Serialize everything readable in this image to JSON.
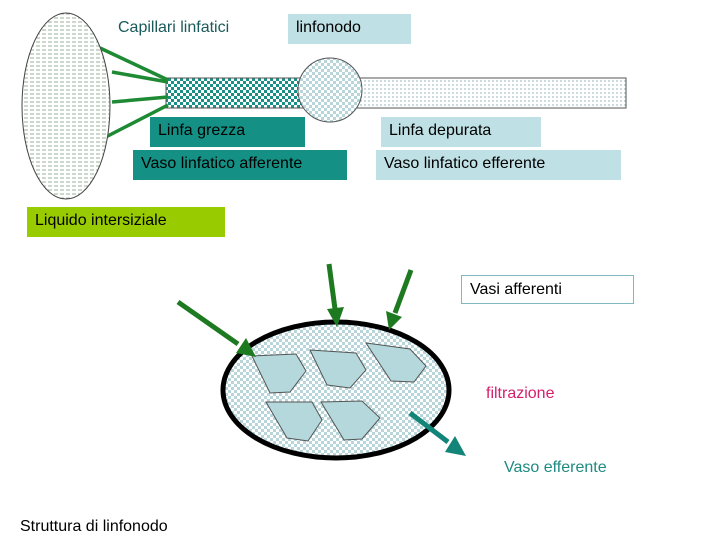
{
  "top": {
    "capillari_label": "Capillari linfatici",
    "linfonodo_label": "linfonodo",
    "linfa_grezza_label": "Linfa grezza",
    "linfa_depurata_label": "Linfa depurata",
    "vaso_afferente_label": "Vaso linfatico afferente",
    "vaso_efferente_label": "Vaso linfatico efferente",
    "liquido_label": "Liquido intersiziale"
  },
  "bottom": {
    "vasi_afferenti_label": "Vasi  afferenti",
    "filtrazione_label": "filtrazione",
    "vaso_efferente_label": "Vaso efferente",
    "struttura_label": "Struttura di linfonodo"
  },
  "colors": {
    "label_box_light": "#bfe0e4",
    "label_box_teal": "#149084",
    "label_box_green": "#99cc00",
    "arrow_green": "#1e7a20",
    "arrow_teal": "#128478",
    "filtrazione_text": "#d4206c",
    "vaso_efferente_text": "#1e8a80",
    "follicle_fill": "#b4d8dc"
  }
}
